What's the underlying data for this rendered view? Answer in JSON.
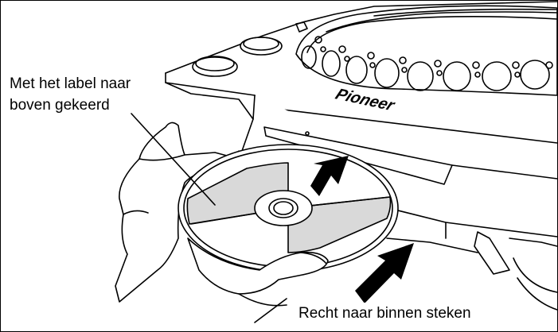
{
  "labels": {
    "label_side_line1": "Met het label naar",
    "label_side_line2": "boven gekeerd",
    "insert_instruction": "Recht naar binnen steken"
  },
  "device": {
    "brand": "Pioneer"
  },
  "colors": {
    "line": "#000000",
    "disc_label_fill": "#d9d9d9",
    "background": "#ffffff"
  }
}
